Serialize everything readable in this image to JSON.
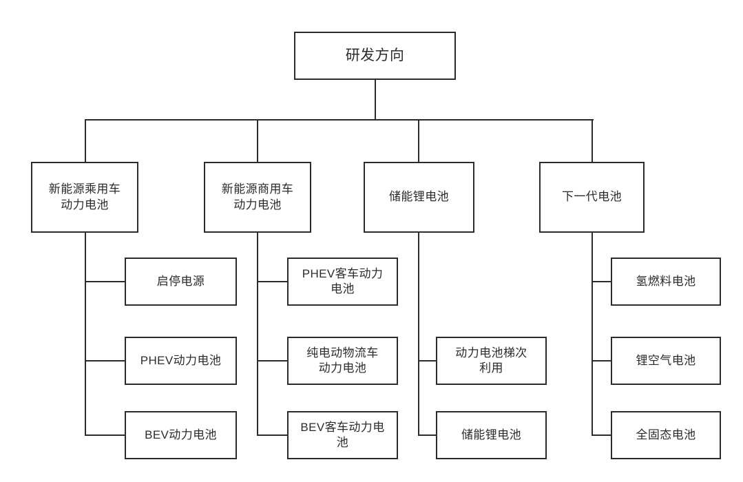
{
  "diagram": {
    "type": "tree",
    "orientation": "top-down-then-left-branching",
    "background_color": "#ffffff",
    "line_color": "#2b2b2b",
    "text_color": "#2b2b2b",
    "root": {
      "label": "研发方向"
    },
    "branches": [
      {
        "label": "新能源乘用车\n动力电池",
        "children": [
          {
            "label": "启停电源"
          },
          {
            "label": "PHEV动力电池"
          },
          {
            "label": "BEV动力电池"
          }
        ]
      },
      {
        "label": "新能源商用车\n动力电池",
        "children": [
          {
            "label": "PHEV客车动力\n电池"
          },
          {
            "label": "纯电动物流车\n动力电池"
          },
          {
            "label": "BEV客车动力电\n池"
          }
        ]
      },
      {
        "label": "储能锂电池",
        "children": [
          {
            "label": "动力电池梯次\n利用"
          },
          {
            "label": "储能锂电池"
          }
        ]
      },
      {
        "label": "下一代电池",
        "children": [
          {
            "label": "氢燃料电池"
          },
          {
            "label": "锂空气电池"
          },
          {
            "label": "全固态电池"
          }
        ]
      }
    ]
  }
}
